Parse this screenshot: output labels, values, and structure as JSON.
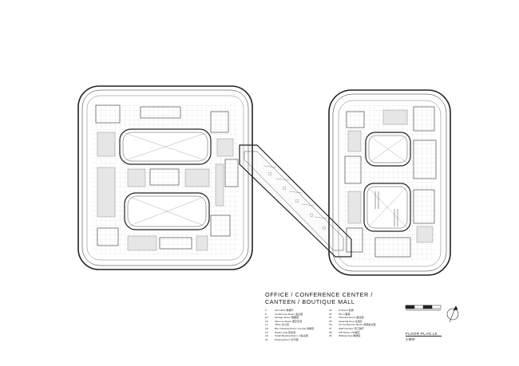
{
  "title_lines": [
    "OFFICE / CONFERENCE CENTER /",
    "CANTEEN / BOUTIQUE MALL"
  ],
  "legend": {
    "left": [
      {
        "num": "3",
        "text": "Lift Lobby 电梯厅"
      },
      {
        "num": "9",
        "text": "Conference Room 会议室"
      },
      {
        "num": "15",
        "text": "Storage Room 储藏室"
      },
      {
        "num": "16",
        "text": "Open-to-Above 通高空间"
      },
      {
        "num": "17",
        "text": "Office 办公区"
      },
      {
        "num": "18",
        "text": "Bar / Meeting Point / Lounge 休憩区"
      },
      {
        "num": "19",
        "text": "Pantry Area 茶水区"
      },
      {
        "num": "20",
        "text": "Small Meeting Room 小会议室"
      },
      {
        "num": "21",
        "text": "Printing Room 打印室"
      }
    ],
    "right": [
      {
        "num": "22",
        "text": "IT Room 机房"
      },
      {
        "num": "23",
        "text": "HR 人事部"
      },
      {
        "num": "24",
        "text": "Interview Room 面试室"
      },
      {
        "num": "25",
        "text": "Cleaning Area 清洁区"
      },
      {
        "num": "26",
        "text": "VC Conference Room 视频会议室"
      },
      {
        "num": "27",
        "text": "Staff Canteen 员工餐厅"
      },
      {
        "num": "28",
        "text": "VIP Dinner VIP餐厅"
      },
      {
        "num": "29",
        "text": "Waiting Area 等候区"
      }
    ]
  },
  "floor_plan_label": "FLOOR PLAN L5",
  "scale": "1:800"
}
